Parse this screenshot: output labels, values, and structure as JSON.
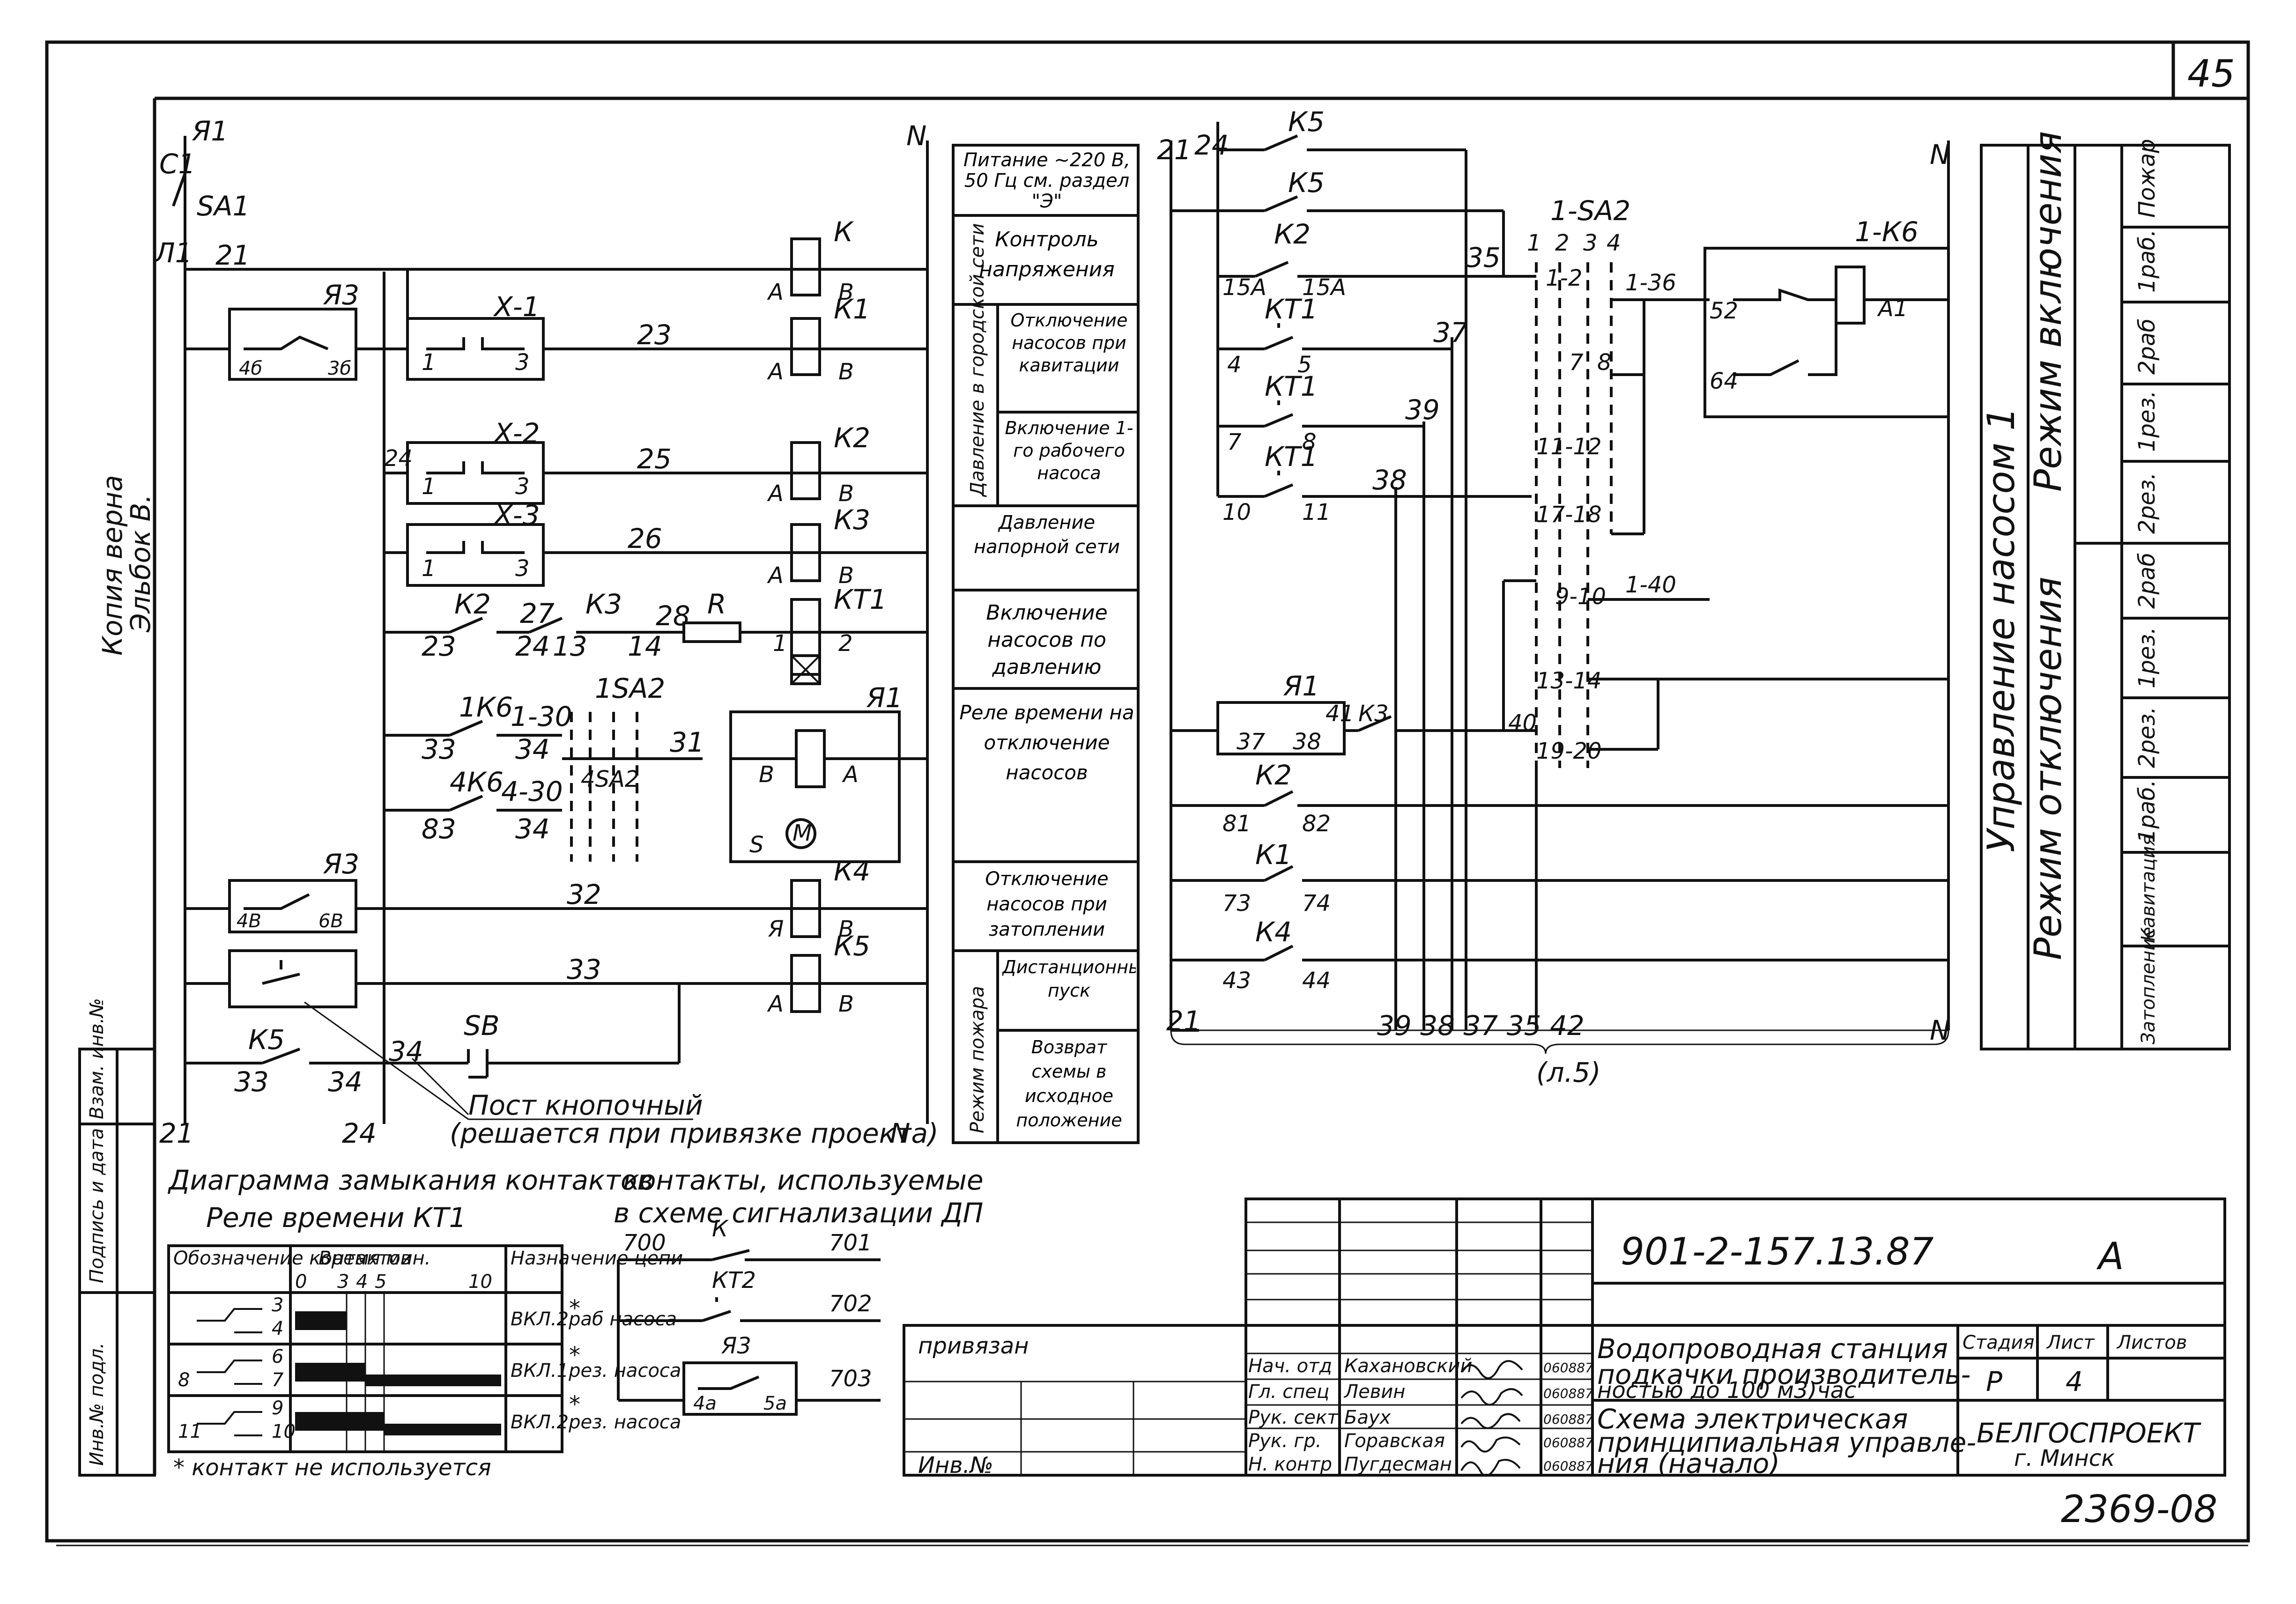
{
  "sheet": {
    "corner_number": "45",
    "side_stamp": "Копия верна",
    "side_stamp2": "Эльбок В.",
    "drawing_number": "901-2-157.13.87",
    "stage_letter": "А",
    "title_line1": "Водопроводная станция",
    "title_line2": "подкачки производитель-",
    "title_line3": "ностью до 100 м3)час",
    "sheet_title1": "Схема электрическая",
    "sheet_title2": "принципиальная управле-",
    "sheet_title3": "ния (начало)",
    "stadia_label": "Стадия",
    "list_label": "Лист",
    "listov_label": "Листов",
    "stadia_value": "Р",
    "list_value": "4",
    "org": "БЕЛГОСПРОЕКТ",
    "city": "г. Минск",
    "archive_number": "2369-08",
    "privyazan": "привязан",
    "inv_no": "Инв.№",
    "signers": [
      {
        "role": "Нач. отд",
        "name": "Кахановский",
        "date": "060887"
      },
      {
        "role": "Гл. спец",
        "name": "Левин",
        "date": "060887"
      },
      {
        "role": "Рук. сект",
        "name": "Баух",
        "date": "060887"
      },
      {
        "role": "Рук. гр.",
        "name": "Горавская",
        "date": "060887"
      },
      {
        "role": "Н. контр",
        "name": "Пугдесман",
        "date": "060887"
      }
    ],
    "left_strip": [
      "Инв.№ подл.",
      "Подпись и дата",
      "Взам. инв.№"
    ]
  },
  "left_scheme": {
    "top_labels": {
      "a1": "Я1",
      "c1": "С1",
      "sa1": "SA1",
      "l1": "Л1",
      "n": "N",
      "w21": "21"
    },
    "rows": [
      {
        "coil": "К",
        "wire": "",
        "a": "А",
        "b": "В"
      },
      {
        "coil": "К1",
        "wire": "23",
        "a": "А",
        "b": "В",
        "contact": "Х-1",
        "c1": "1",
        "c3": "3"
      },
      {
        "coil": "К2",
        "wire": "25",
        "a": "А",
        "b": "В",
        "contact": "Х-2",
        "c1": "1",
        "c3": "3",
        "w24": "24"
      },
      {
        "coil": "К3",
        "wire": "26",
        "a": "А",
        "b": "В",
        "contact": "Х-3",
        "c1": "1",
        "c3": "3"
      },
      {
        "coil": "КТ1",
        "a": "1",
        "b": "2"
      },
      {
        "coil": "К4",
        "wire": "32",
        "a": "Я",
        "b": "В"
      },
      {
        "coil": "К5",
        "wire": "33",
        "a": "А",
        "b": "В"
      }
    ],
    "ya3": "Я3",
    "ya3_4b": "4б",
    "ya3_3b": "3б",
    "ya3_4v": "4В",
    "ya3_6v": "6В",
    "kt1_row": {
      "k2": "К2",
      "w27": "27",
      "k3": "К3",
      "w28": "28",
      "r": "R",
      "n23": "23",
      "n24": "24",
      "n13": "13",
      "n14": "14"
    },
    "sa2_row": {
      "k6_1": "1К6",
      "w130": "1-30",
      "w33": "33",
      "w34": "34",
      "sa2": "1SA2",
      "k6_4": "4К6",
      "w430": "4-30",
      "w83": "83",
      "sa2_4": "4SA2",
      "w31": "31",
      "ya1": "Я1",
      "m": "M",
      "s": "S",
      "b": "В",
      "a": "А"
    },
    "k5_row": {
      "k5": "К5",
      "w33": "33",
      "w34": "34",
      "w34b": "34",
      "sb": "SB"
    },
    "post_label1": "Пост кнопочный",
    "post_label2": "(решается при привязке проекта)",
    "bottom": {
      "w21": "21",
      "w24": "24",
      "n": "N"
    }
  },
  "descriptions": [
    "Питание ~220 В, 50 Гц см. раздел \"Э\"",
    "Контроль напряжения",
    "Отключение насосов при кавитации",
    "Включение 1-го рабочего насоса",
    "Давление напорной сети",
    "Включение насосов по давлению",
    "Реле времени на отключение насосов",
    "Отключение насосов при затоплении",
    "Дистанционный пуск",
    "Возврат схемы в исходное положение"
  ],
  "desc_side_labels": {
    "pressure": "Давление в городской сети",
    "fire": "Режим пожара"
  },
  "right_scheme": {
    "w21": "21",
    "w24": "24",
    "n": "N",
    "contacts": [
      {
        "name": "К5",
        "a": "",
        "b": ""
      },
      {
        "name": "К5",
        "a": "",
        "b": ""
      },
      {
        "name": "К2",
        "a": "15А",
        "b": "15А"
      },
      {
        "name": "КТ1",
        "a": "4",
        "b": "5"
      },
      {
        "name": "КТ1",
        "a": "7",
        "b": "8"
      },
      {
        "name": "КТ1",
        "a": "10",
        "b": "11"
      },
      {
        "name": "Я1",
        "a": "37",
        "b": "38"
      },
      {
        "name": "К2",
        "a": "81",
        "b": "82"
      },
      {
        "name": "К1",
        "a": "73",
        "b": "74"
      },
      {
        "name": "К4",
        "a": "43",
        "b": "44"
      }
    ],
    "wires": [
      "35",
      "37",
      "38",
      "39",
      "41",
      "К3",
      "42"
    ],
    "sa2": "1-SA2",
    "sa2_cols": [
      "1",
      "2",
      "3",
      "4"
    ],
    "sa2_pairs": [
      "1-2",
      "7",
      "8",
      "11-12",
      "17-18",
      "9-10",
      "13-14",
      "19-20"
    ],
    "k6": "1-К6",
    "k6_52": "52",
    "k6_64": "64",
    "k6_a1": "А1",
    "w136": "1-36",
    "w140": "1-40",
    "bottom_wires": "39 38 37 35 42",
    "sheet_ref": "(л.5)"
  },
  "mode_table": {
    "header": "Управление насосом 1",
    "on_mode": "Режим включения",
    "off_mode": "Режим отключения",
    "on_cols": [
      "Пожар",
      "1раб.",
      "2раб",
      "1рез.",
      "2рез."
    ],
    "off_cols": [
      "2раб",
      "1рез.",
      "2рез.",
      "1раб.",
      "Кавитация",
      "Затопление"
    ]
  },
  "timing_diagram": {
    "title": "Диаграмма замыкания контактов",
    "subtitle": "Реле времени КТ1",
    "col_contacts": "Обозначение контактов",
    "col_time": "Время мин.",
    "col_purpose": "Назначение цепи",
    "ticks": [
      "0",
      "3",
      "4",
      "5",
      "10"
    ],
    "rows": [
      {
        "pins": [
          "3",
          "4"
        ],
        "purpose": "ВКЛ.2раб насоса"
      },
      {
        "pins": [
          "8",
          "6",
          "7"
        ],
        "purpose": "ВКЛ.1рез. насоса"
      },
      {
        "pins": [
          "11",
          "9",
          "10"
        ],
        "purpose": "ВКЛ.2рез. насоса"
      }
    ],
    "footnote": "* контакт не используется"
  },
  "signal_scheme": {
    "title1": "контакты, используемые",
    "title2": "в схеме сигнализации ДП",
    "w700": "700",
    "w701": "701",
    "w702": "702",
    "w703": "703",
    "k": "К",
    "kt2": "КТ2",
    "ya3": "Я3",
    "p4a": "4а",
    "p5a": "5а"
  }
}
